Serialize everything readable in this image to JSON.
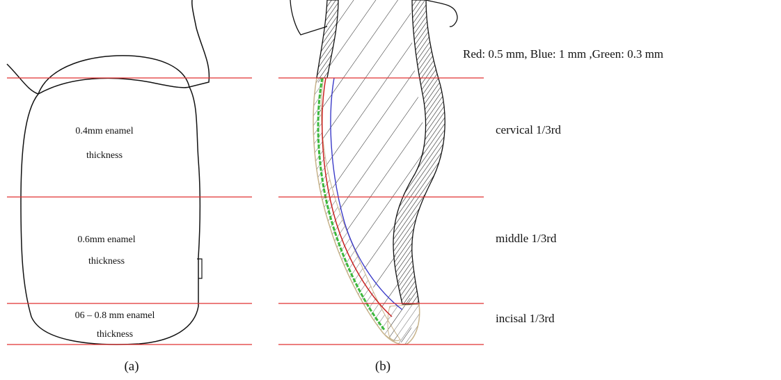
{
  "colors": {
    "guide_line": "#e03030",
    "outline": "#111111",
    "blue_line": "#3a3ac8",
    "green_line": "#3cb83c",
    "red_line": "#c82020",
    "beige_band": "#c8b48c"
  },
  "panel_a": {
    "caption": "(a)",
    "zone1_label_line1": "0.4mm enamel",
    "zone1_label_line2": "thickness",
    "zone2_label_line1": "0.6mm enamel",
    "zone2_label_line2": "thickness",
    "zone3_label_line1": "06 – 0.8 mm enamel",
    "zone3_label_line2": "thickness"
  },
  "panel_b": {
    "caption": "(b)",
    "legend": "Red: 0.5 mm, Blue: 1 mm ,Green: 0.3 mm",
    "zone_labels": [
      "cervical 1/3rd",
      "middle 1/3rd",
      "incisal 1/3rd"
    ]
  }
}
